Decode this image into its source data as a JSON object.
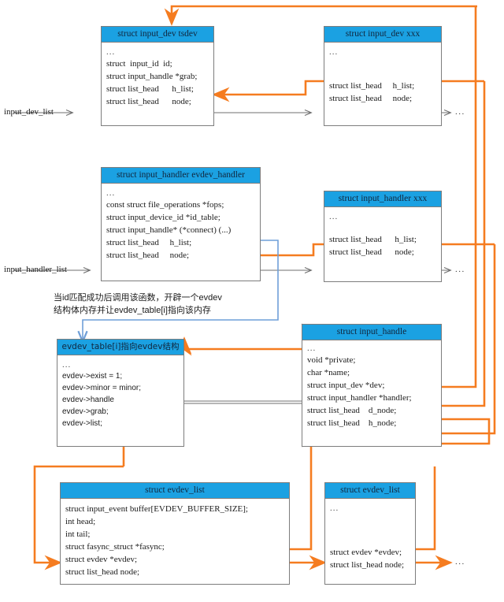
{
  "diagram": {
    "title": "Linux input subsystem evdev data structure relationships",
    "colors": {
      "header_blue": "#1ba1e2",
      "orange_link": "#F57C20",
      "gray_link": "#808080",
      "blue_link": "#6f9fd8",
      "box_border": "#7d7d7d"
    },
    "labels": {
      "input_dev_list": "input_dev_list",
      "input_handler_list": "input_handler_list",
      "ellipsis": "..."
    },
    "note": {
      "line1": "当id匹配成功后调用该函数，开辟一个evdev",
      "line2": "结构体内存并让evdev_table[i]指向该内存"
    },
    "boxes": {
      "input_dev_tsdev": {
        "header": "struct  input_dev  tsdev",
        "rows": [
          "...",
          "struct  input_id  id;",
          "struct input_handle *grab;",
          "struct list_head      h_list;",
          "struct list_head      node;"
        ]
      },
      "input_dev_xxx": {
        "header": "struct  input_dev   xxx",
        "rows": [
          "...",
          "struct list_head     h_list;",
          "struct list_head     node;"
        ]
      },
      "input_handler_evdev": {
        "header": "struct input_handler evdev_handler",
        "rows": [
          "...",
          "const struct file_operations *fops;",
          "struct input_device_id *id_table;",
          "struct input_handle* (*connect) (...)",
          "struct list_head     h_list;",
          "struct list_head     node;"
        ]
      },
      "input_handler_xxx": {
        "header": "struct  input_handler xxx",
        "rows": [
          "...",
          "struct list_head      h_list;",
          "struct list_head      node;"
        ]
      },
      "evdev_table": {
        "header": "evdev_table[i]指向evdev结构",
        "rows": [
          "...",
          "evdev->exist = 1;",
          "evdev->minor = minor;",
          "evdev->handle",
          "evdev->grab;",
          "evdev->list;"
        ]
      },
      "input_handle": {
        "header": "struct input_handle",
        "rows": [
          "...",
          "void *private;",
          "char *name;",
          "struct input_dev *dev;",
          "struct input_handler *handler;",
          "struct list_head    d_node;",
          "struct list_head    h_node;"
        ]
      },
      "evdev_list_1": {
        "header": "struct evdev_list",
        "rows": [
          "struct input_event buffer[EVDEV_BUFFER_SIZE];",
          "int head;",
          "int tail;",
          "struct fasync_struct *fasync;",
          "struct evdev *evdev;",
          "struct list_head node;"
        ]
      },
      "evdev_list_2": {
        "header": "struct evdev_list",
        "rows": [
          "...",
          "struct evdev *evdev;",
          "struct list_head node;"
        ]
      }
    }
  }
}
